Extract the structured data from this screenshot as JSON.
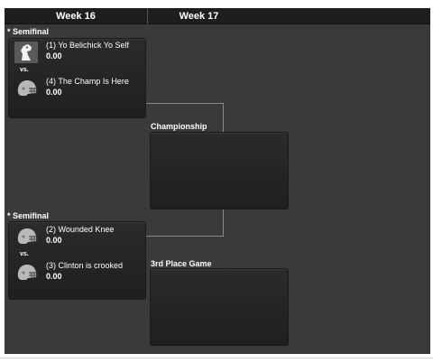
{
  "header": {
    "col1": "Week 16",
    "col2": "Week 17"
  },
  "semifinal_top": {
    "label": "* Semifinal",
    "vs": "vs.",
    "team1": {
      "name": "(1) Yo Belichick Yo Self",
      "score": "0.00",
      "icon": "horse-logo-icon"
    },
    "team2": {
      "name": "(4) The Champ Is Here",
      "score": "0.00",
      "icon": "football-helmet-icon"
    }
  },
  "semifinal_bottom": {
    "label": "* Semifinal",
    "vs": "vs.",
    "team1": {
      "name": "(2) Wounded Knee",
      "score": "0.00",
      "icon": "football-helmet-icon"
    },
    "team2": {
      "name": "(3) Clinton is crooked",
      "score": "0.00",
      "icon": "football-helmet-icon"
    }
  },
  "championship": {
    "label": "Championship"
  },
  "third_place": {
    "label": "3rd Place Game"
  },
  "colors": {
    "panel": "#3a3a3a",
    "header": "#1e1e1e",
    "connector": "#8a8a8a"
  }
}
